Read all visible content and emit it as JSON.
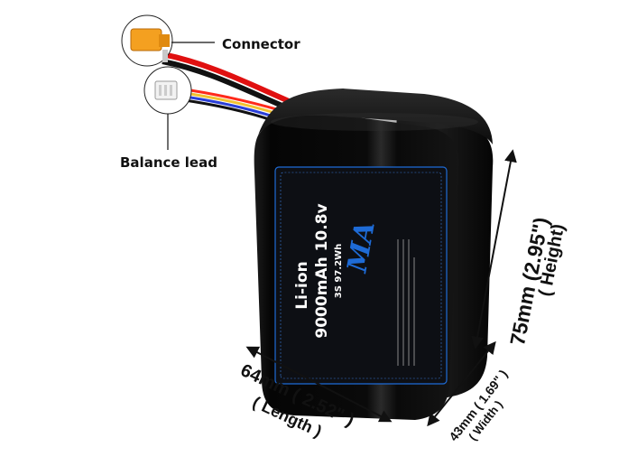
{
  "callouts": {
    "connector": "Connector",
    "balance_lead": "Balance lead"
  },
  "label": {
    "chemistry": "Li-ion",
    "capacity_voltage": "9000mAh 10.8v",
    "config_energy": "3S 97.2Wh",
    "brand": "MA"
  },
  "dimensions": {
    "height_main": "75mm (2.95\")",
    "height_sub": "( Height)",
    "length_main": "64mm ( 2.52\" )",
    "length_sub": "( Length )",
    "width_main": "43mm ( 1.69\" )",
    "width_sub": "( Width )"
  },
  "colors": {
    "battery_body": "#0b0b0b",
    "label_accent": "#1e6bd6",
    "connector": "#f4a020",
    "wire_red": "#e01010",
    "wire_black": "#111111"
  }
}
